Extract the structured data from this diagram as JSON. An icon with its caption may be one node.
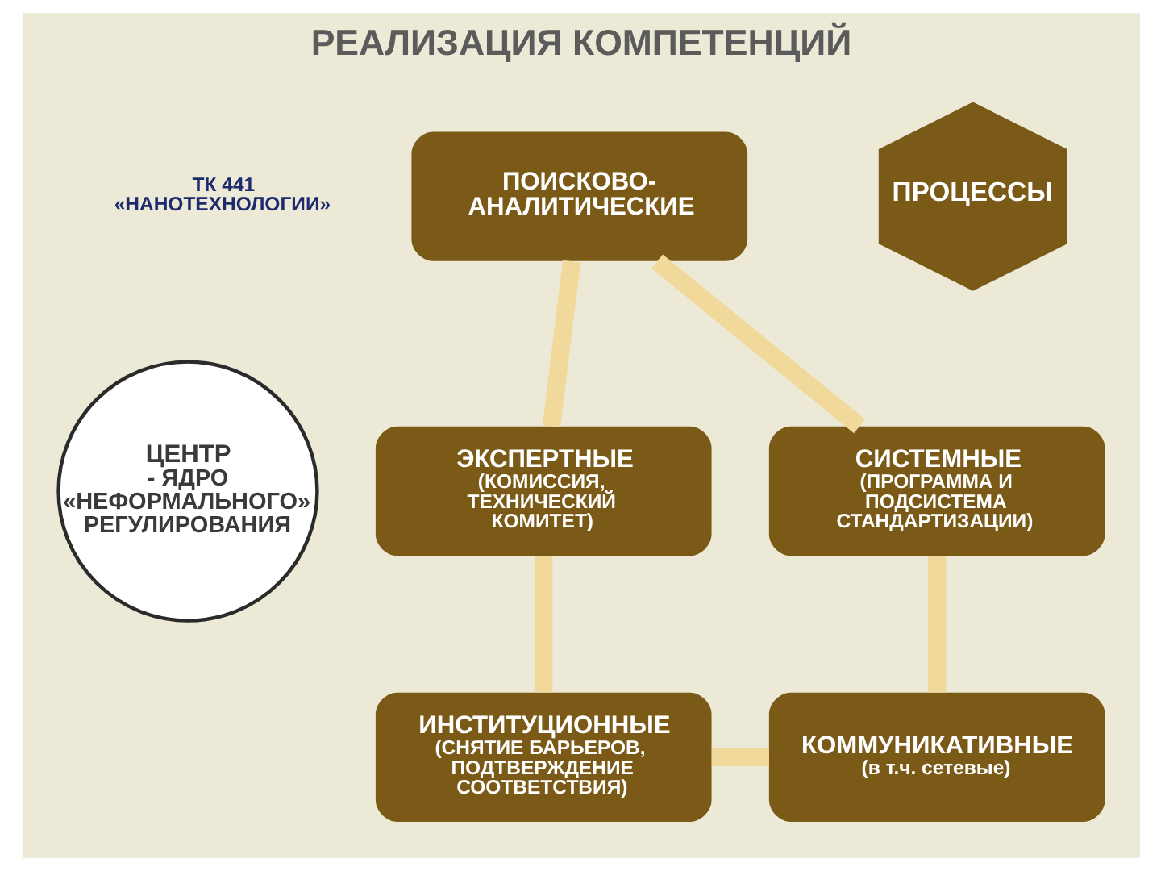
{
  "diagram": {
    "title": "РЕАЛИЗАЦИЯ КОМПЕТЕНЦИЙ",
    "nodes": [
      {
        "text": [
          "ПРОЦЕССЫ"
        ]
      },
      {
        "text": [
          "ПОИСКОВО-АНАЛИТИЧЕСКИЕ"
        ]
      },
      {
        "text": [
          "ЭКСПЕРТНЫЕ",
          "(КОМИССИЯ, ТЕХНИЧЕСКИЙ КОМИТЕТ)"
        ]
      },
      {
        "text": [
          "ЦЕНТР",
          "- ЯДРО «НЕФОРМАЛЬНОГО» РЕГУЛИРОВАНИЯ"
        ]
      },
      {
        "text": [
          "СИСТЕМНЫЕ",
          "(ПРОГРАММА И ПОДСИСТЕМА СТАНДАРТИЗАЦИИ)"
        ]
      },
      {
        "text": [
          "ИНСТИТУЦИОННЫЕ",
          "(СНЯТИЕ БАРЬЕРОВ, ПОДТВЕРЖДЕНИЕ СООТВЕТСТВИЯ)"
        ]
      },
      {
        "text": [
          "КОММУНИКАТИВНЫЕ",
          "(в т.ч. сетевые)"
        ]
      }
    ],
    "edges": [
      {
        "from": 1,
        "to": 2,
        "arrow": "none"
      },
      {
        "from": 1,
        "to": 4,
        "arrow": "none"
      },
      {
        "from": 2,
        "to": 5,
        "arrow": "none"
      },
      {
        "from": 4,
        "to": 6,
        "arrow": "none"
      },
      {
        "from": 5,
        "to": 6,
        "arrow": "none"
      }
    ],
    "labels": [
      "ТК 441 «НАНОТЕХНОЛОГИИ»"
    ]
  }
}
